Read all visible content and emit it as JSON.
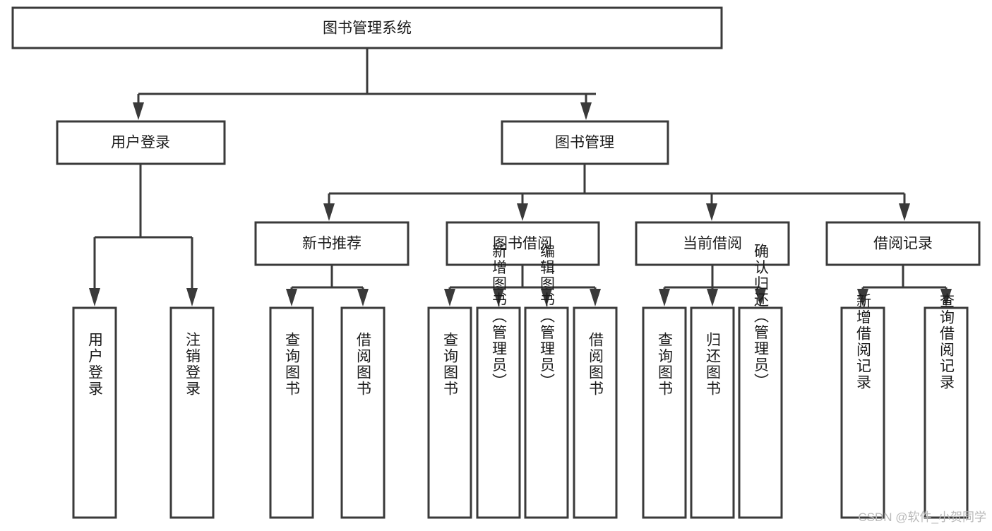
{
  "diagram": {
    "type": "tree",
    "title": "图书管理系统",
    "watermark": "CSDN @软件_小贺同学",
    "levels": {
      "root": {
        "label": "图书管理系统"
      },
      "level1": [
        {
          "id": "user-login",
          "label": "用户登录"
        },
        {
          "id": "book-management",
          "label": "图书管理"
        }
      ],
      "level2": [
        {
          "id": "new-book-recommend",
          "label": "新书推荐",
          "parent": "book-management"
        },
        {
          "id": "book-borrow",
          "label": "图书借阅",
          "parent": "book-management"
        },
        {
          "id": "current-borrow",
          "label": "当前借阅",
          "parent": "book-management"
        },
        {
          "id": "borrow-record",
          "label": "借阅记录",
          "parent": "book-management"
        }
      ],
      "leaves": {
        "user-login": [
          {
            "id": "leaf-user-login",
            "label": "用户登录"
          },
          {
            "id": "leaf-user-logout",
            "label": "注销登录"
          }
        ],
        "new-book-recommend": [
          {
            "id": "leaf-query-book-1",
            "label": "查询图书"
          },
          {
            "id": "leaf-borrow-book-1",
            "label": "借阅图书"
          }
        ],
        "book-borrow": [
          {
            "id": "leaf-query-book-2",
            "label": "查询图书"
          },
          {
            "id": "leaf-add-book",
            "label": "新增图书（管理员）"
          },
          {
            "id": "leaf-edit-book",
            "label": "编辑图书（管理员）"
          },
          {
            "id": "leaf-borrow-book-2",
            "label": "借阅图书"
          }
        ],
        "current-borrow": [
          {
            "id": "leaf-query-book-3",
            "label": "查询图书"
          },
          {
            "id": "leaf-return-book",
            "label": "归还图书"
          },
          {
            "id": "leaf-confirm-return",
            "label": "确认归还（管理员）"
          }
        ],
        "borrow-record": [
          {
            "id": "leaf-add-record",
            "label": "新增借阅记录"
          },
          {
            "id": "leaf-query-record",
            "label": "查询借阅记录"
          }
        ]
      }
    },
    "colors": {
      "stroke": "#3a3a3a",
      "fill": "#ffffff",
      "text": "#1b1b1b",
      "watermark": "#b9b9b9"
    }
  }
}
